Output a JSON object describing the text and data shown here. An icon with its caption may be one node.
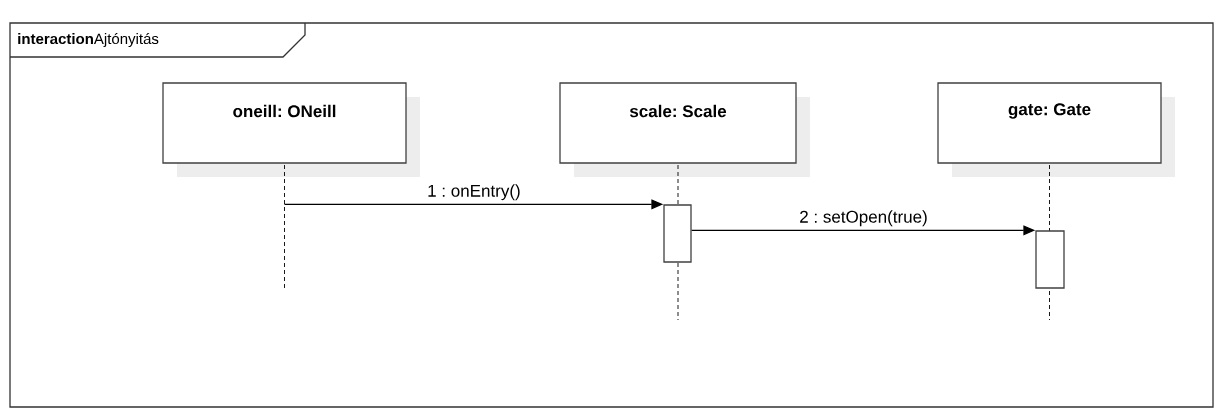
{
  "diagram": {
    "nodes": [
      {
        "text": [
          "**interaction**Ajtónyitás"
        ]
      },
      {
        "text": [
          "oneill: ONeill"
        ],
        "in": 0
      },
      {
        "text": [
          "scale: Scale"
        ],
        "in": 0
      },
      {
        "text": [
          "gate: Gate"
        ],
        "in": 0
      },
      {
        "text": [],
        "shape": "bar",
        "in": 0
      },
      {
        "text": [],
        "shape": "bar",
        "in": 0
      }
    ],
    "edges": [
      {
        "from": 1,
        "to": 4,
        "arrow": "to",
        "label": "1 : onEntry()"
      },
      {
        "from": 4,
        "to": 5,
        "arrow": "to",
        "label": "2 : setOpen(true)"
      }
    ]
  }
}
